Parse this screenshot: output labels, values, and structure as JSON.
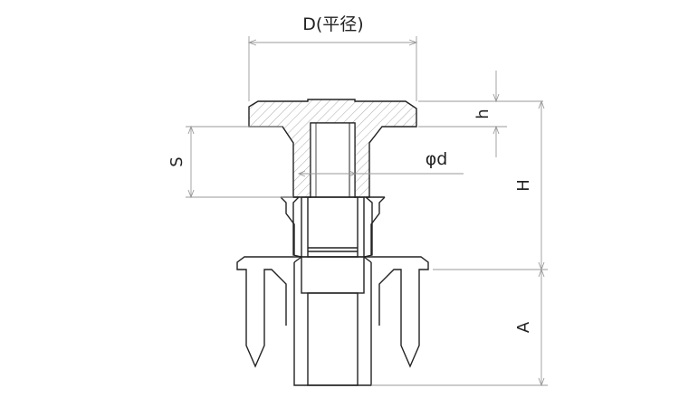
{
  "labels": {
    "diameter": "D(平径)",
    "height_h": "h",
    "height_H": "H",
    "depth_S": "S",
    "shaft_d": "φd",
    "length_A": "A"
  },
  "colors": {
    "outline": "#222222",
    "dimension_line": "#9a9a9a",
    "hatch": "#aaaaaa",
    "background": "#ffffff"
  }
}
